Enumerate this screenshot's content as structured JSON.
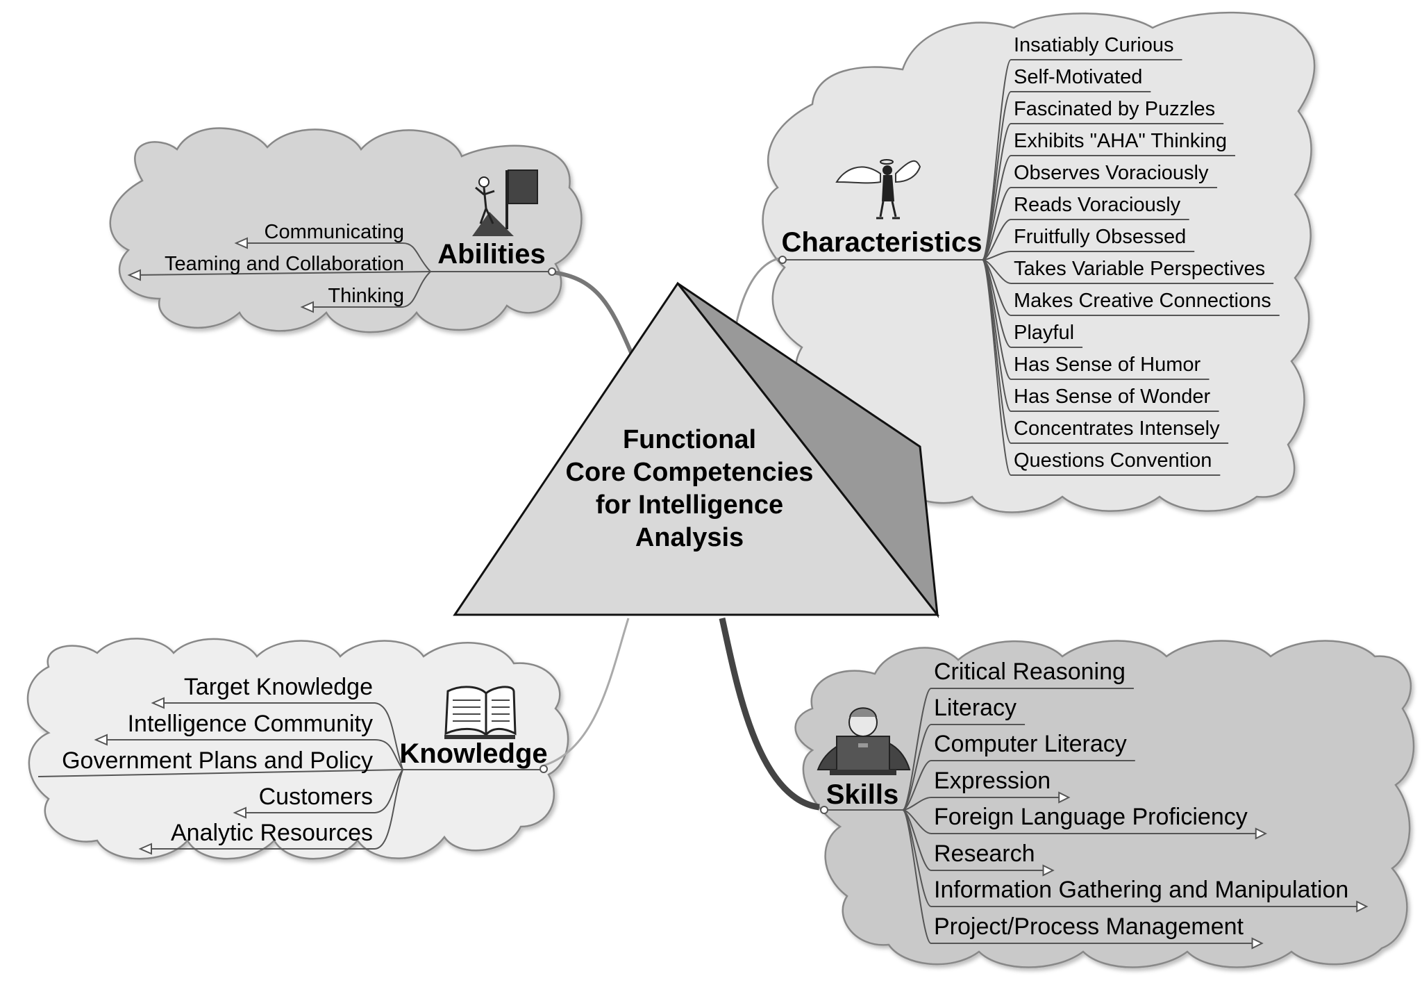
{
  "central": {
    "lines": [
      "Functional",
      "Core Competencies",
      "for Intelligence",
      "Analysis"
    ]
  },
  "abilities": {
    "title": "Abilities",
    "icon": "climber-with-flag-icon",
    "items": [
      "Communicating",
      "Teaming and Collaboration",
      "Thinking"
    ]
  },
  "characteristics": {
    "title": "Characteristics",
    "icon": "winged-figure-icon",
    "items": [
      "Insatiably Curious",
      "Self-Motivated",
      "Fascinated by Puzzles",
      "Exhibits \"AHA\" Thinking",
      "Observes Voraciously",
      "Reads Voraciously",
      "Fruitfully Obsessed",
      "Takes Variable Perspectives",
      "Makes Creative Connections",
      "Playful",
      "Has Sense of Humor",
      "Has Sense of Wonder",
      "Concentrates Intensely",
      "Questions Convention"
    ]
  },
  "knowledge": {
    "title": "Knowledge",
    "icon": "open-book-icon",
    "items": [
      "Target Knowledge",
      "Intelligence Community",
      "Government Plans and Policy",
      "Customers",
      "Analytic Resources"
    ]
  },
  "skills": {
    "title": "Skills",
    "icon": "person-at-computer-icon",
    "items": [
      "Critical Reasoning",
      "Literacy",
      "Computer Literacy",
      "Expression",
      "Foreign Language Proficiency",
      "Research",
      "Information Gathering and Manipulation",
      "Project/Process Management"
    ]
  },
  "colors": {
    "pyramid_front": "#d9d9d9",
    "pyramid_side": "#999999",
    "cloud_abilities": "#d4d4d4",
    "cloud_characteristics": "#e6e6e6",
    "cloud_knowledge": "#eeeeee",
    "cloud_skills": "#c9c9c9"
  }
}
